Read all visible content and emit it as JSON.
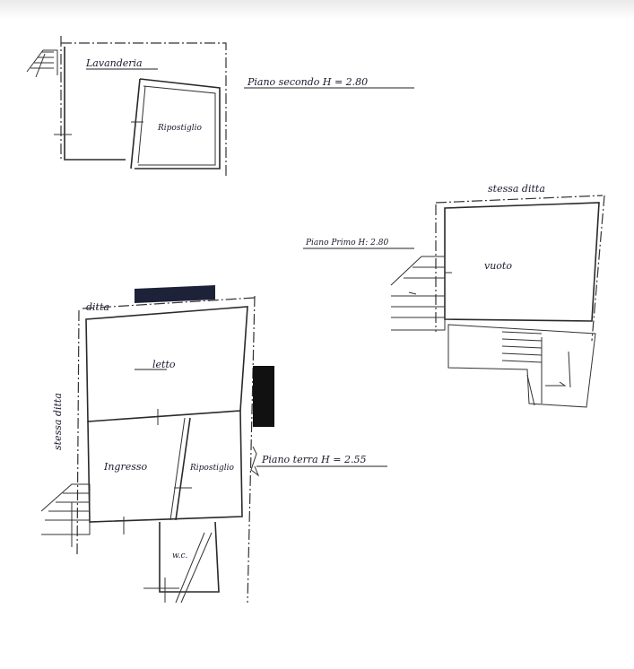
{
  "floors": {
    "second": {
      "title": "Piano secondo H = 2.80",
      "rooms": {
        "lavanderia": "Lavanderia",
        "ripostiglio": "Ripostiglio"
      }
    },
    "first": {
      "title": "Piano Primo H: 2.80",
      "neighbor_label": "stessa ditta",
      "rooms": {
        "vuoto": "vuoto"
      }
    },
    "ground": {
      "title": "Piano terra H = 2.55",
      "neighbor_top": "ditta",
      "neighbor_left": "stessa ditta",
      "rooms": {
        "letto": "letto",
        "ingresso": "Ingresso",
        "ripostiglio": "Ripostiglio",
        "wc": "w.c."
      }
    }
  },
  "colors": {
    "ink": "#1a1a2e",
    "redaction": "#111111"
  }
}
